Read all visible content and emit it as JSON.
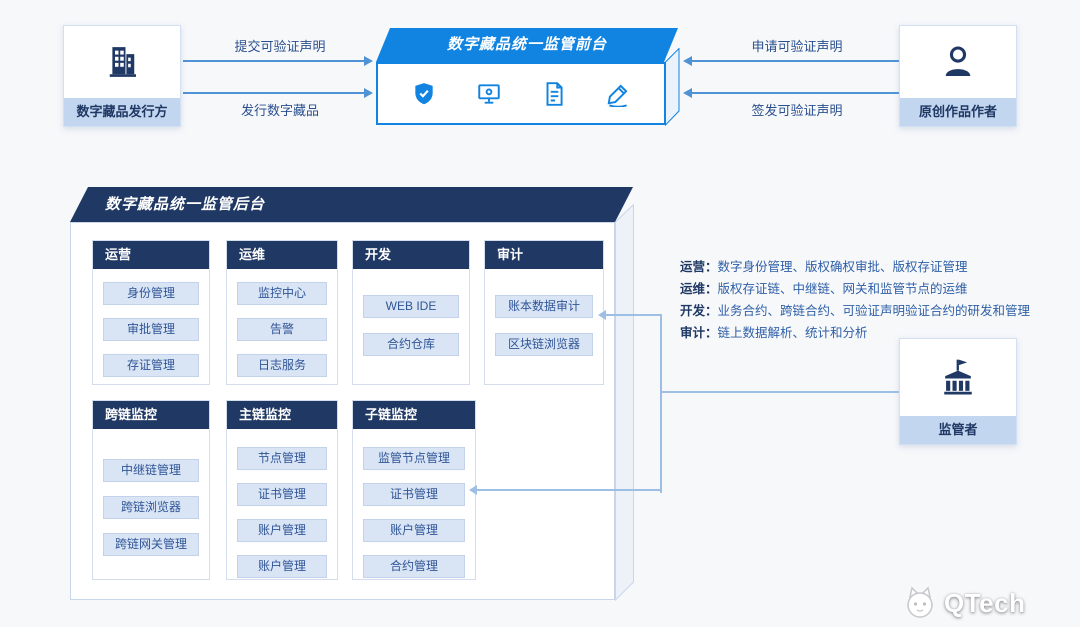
{
  "colors": {
    "page_bg": "#f7f8fa",
    "navy": "#1f3864",
    "bright_blue": "#1183e0",
    "item_bg": "#d9e4f4",
    "item_border": "#c3d2ea",
    "item_text": "#2f5597",
    "label_strip": "#c3d6ef",
    "arrow": "#4f93d6",
    "connector": "#9dbfe6",
    "panel_border": "#d4ddeb",
    "note_text": "#2e5fa8"
  },
  "issuer": {
    "label": "数字藏品发行方",
    "icon": "building-icon"
  },
  "author": {
    "label": "原创作品作者",
    "icon": "person-icon"
  },
  "regulator": {
    "label": "监管者",
    "icon": "government-building-icon"
  },
  "frontend": {
    "title": "数字藏品统一监管前台",
    "icons": [
      "shield-icon",
      "monitor-icon",
      "document-icon",
      "pen-icon"
    ]
  },
  "arrows": {
    "left": [
      {
        "label": "提交可验证声明",
        "direction": "right"
      },
      {
        "label": "发行数字藏品",
        "direction": "right"
      }
    ],
    "right": [
      {
        "label": "申请可验证声明",
        "direction": "left"
      },
      {
        "label": "签发可验证声明",
        "direction": "left"
      }
    ]
  },
  "backend": {
    "title": "数字藏品统一监管后台",
    "panels": [
      {
        "name": "运营",
        "items": [
          "身份管理",
          "审批管理",
          "存证管理"
        ]
      },
      {
        "name": "运维",
        "items": [
          "监控中心",
          "告警",
          "日志服务"
        ]
      },
      {
        "name": "开发",
        "items": [
          "WEB IDE",
          "合约仓库"
        ]
      },
      {
        "name": "审计",
        "items": [
          "账本数据审计",
          "区块链浏览器"
        ]
      },
      {
        "name": "跨链监控",
        "items": [
          "中继链管理",
          "跨链浏览器",
          "跨链网关管理"
        ]
      },
      {
        "name": "主链监控",
        "items": [
          "节点管理",
          "证书管理",
          "账户管理",
          "账户管理"
        ]
      },
      {
        "name": "子链监控",
        "items": [
          "监管节点管理",
          "证书管理",
          "账户管理",
          "合约管理"
        ]
      }
    ]
  },
  "notes": [
    {
      "label": "运营：",
      "text": "数字身份管理、版权确权审批、版权存证管理"
    },
    {
      "label": "运维：",
      "text": "版权存证链、中继链、网关和监管节点的运维"
    },
    {
      "label": "开发：",
      "text": "业务合约、跨链合约、可验证声明验证合约的研发和管理"
    },
    {
      "label": "审计：",
      "text": "链上数据解析、统计和分析"
    }
  ],
  "logo": {
    "text": "QTech"
  }
}
